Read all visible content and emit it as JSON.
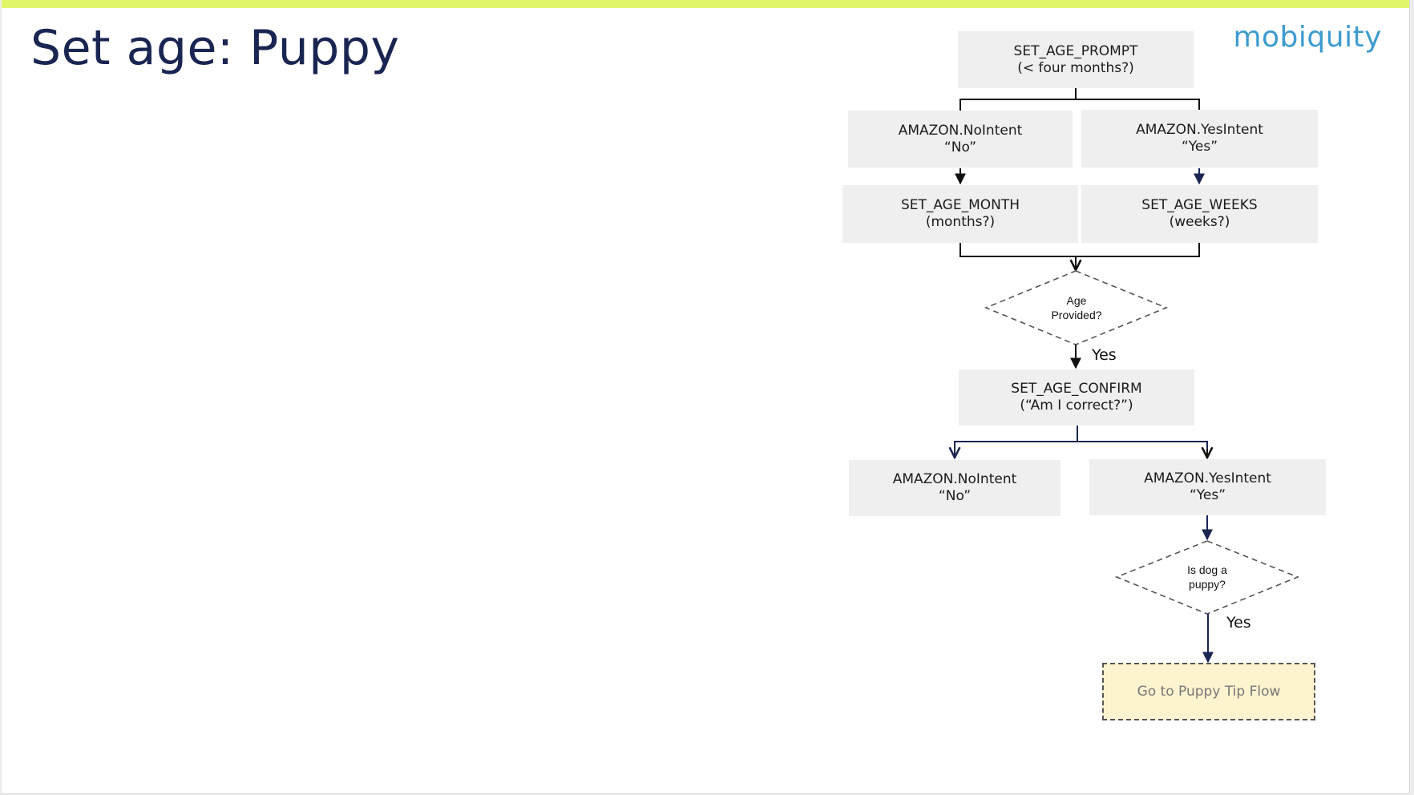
{
  "slide": {
    "title": "Set age: Puppy",
    "logo": "mobiquity",
    "accent_color": "#e2f56a",
    "title_color": "#1a2552",
    "logo_color": "#3d9bd0"
  },
  "flow": {
    "prompt": {
      "line1": "SET_AGE_PROMPT",
      "line2": "(< four months?)"
    },
    "no_intent_1": {
      "line1": "AMAZON.NoIntent",
      "line2": "“No”"
    },
    "yes_intent_1": {
      "line1": "AMAZON.YesIntent",
      "line2": "“Yes”"
    },
    "age_month": {
      "line1": "SET_AGE_MONTH",
      "line2": "(months?)"
    },
    "age_weeks": {
      "line1": "SET_AGE_WEEKS",
      "line2": "(weeks?)"
    },
    "age_provided": {
      "line1": "Age",
      "line2": "Provided?"
    },
    "age_provided_yes": "Yes",
    "confirm": {
      "line1": "SET_AGE_CONFIRM",
      "line2": "(“Am I correct?”)"
    },
    "no_intent_2": {
      "line1": "AMAZON.NoIntent",
      "line2": "“No”"
    },
    "yes_intent_2": {
      "line1": "AMAZON.YesIntent",
      "line2": "“Yes”"
    },
    "is_puppy": {
      "line1": "Is dog a",
      "line2": "puppy?"
    },
    "is_puppy_yes": "Yes",
    "puppy_tip": "Go to Puppy Tip Flow"
  }
}
